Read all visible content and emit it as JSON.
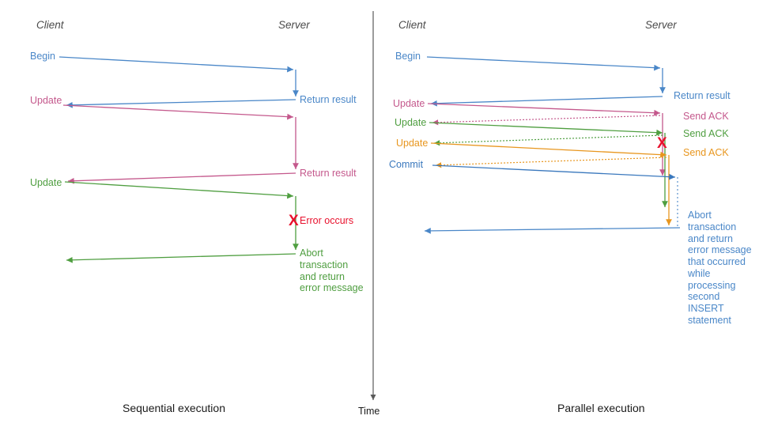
{
  "colors": {
    "blue": "#4a87c8",
    "blue_dark": "#3a78bd",
    "pink": "#c4588c",
    "pink_light": "#d987b0",
    "green": "#4f9e40",
    "green_light": "#8ec47f",
    "orange": "#e8961e",
    "orange_light": "#f0b45c",
    "red": "#e8112d",
    "header_gray": "#4a4a4a",
    "caption_black": "#1a1a1a",
    "axis_gray": "#5a5a5a"
  },
  "left": {
    "lane_client": "Client",
    "lane_server": "Server",
    "caption": "Sequential execution",
    "messages": [
      {
        "label": "Begin",
        "color_key": "blue",
        "reply": "Return result"
      },
      {
        "label": "Update",
        "color_key": "pink",
        "reply": "Return result"
      },
      {
        "label": "Update",
        "color_key": "green",
        "reply": "Abort\ntransaction\nand return\nerror message"
      }
    ],
    "error_marker": "X",
    "error_label": "Error occurs"
  },
  "right": {
    "lane_client": "Client",
    "lane_server": "Server",
    "caption": "Parallel execution",
    "messages": [
      {
        "label": "Begin",
        "color_key": "blue",
        "reply": "Return result"
      },
      {
        "label": "Update",
        "color_key": "pink",
        "reply": "Send ACK"
      },
      {
        "label": "Update",
        "color_key": "green",
        "reply": "Send ACK"
      },
      {
        "label": "Update",
        "color_key": "orange",
        "reply": "Send ACK"
      },
      {
        "label": "Commit",
        "color_key": "blue",
        "reply": "Abort\ntransaction\nand return\nerror message\nthat occurred\nwhile\nprocessing\nsecond\nINSERT\nstatement"
      }
    ],
    "error_marker": "X"
  },
  "time_axis": {
    "label": "Time"
  }
}
